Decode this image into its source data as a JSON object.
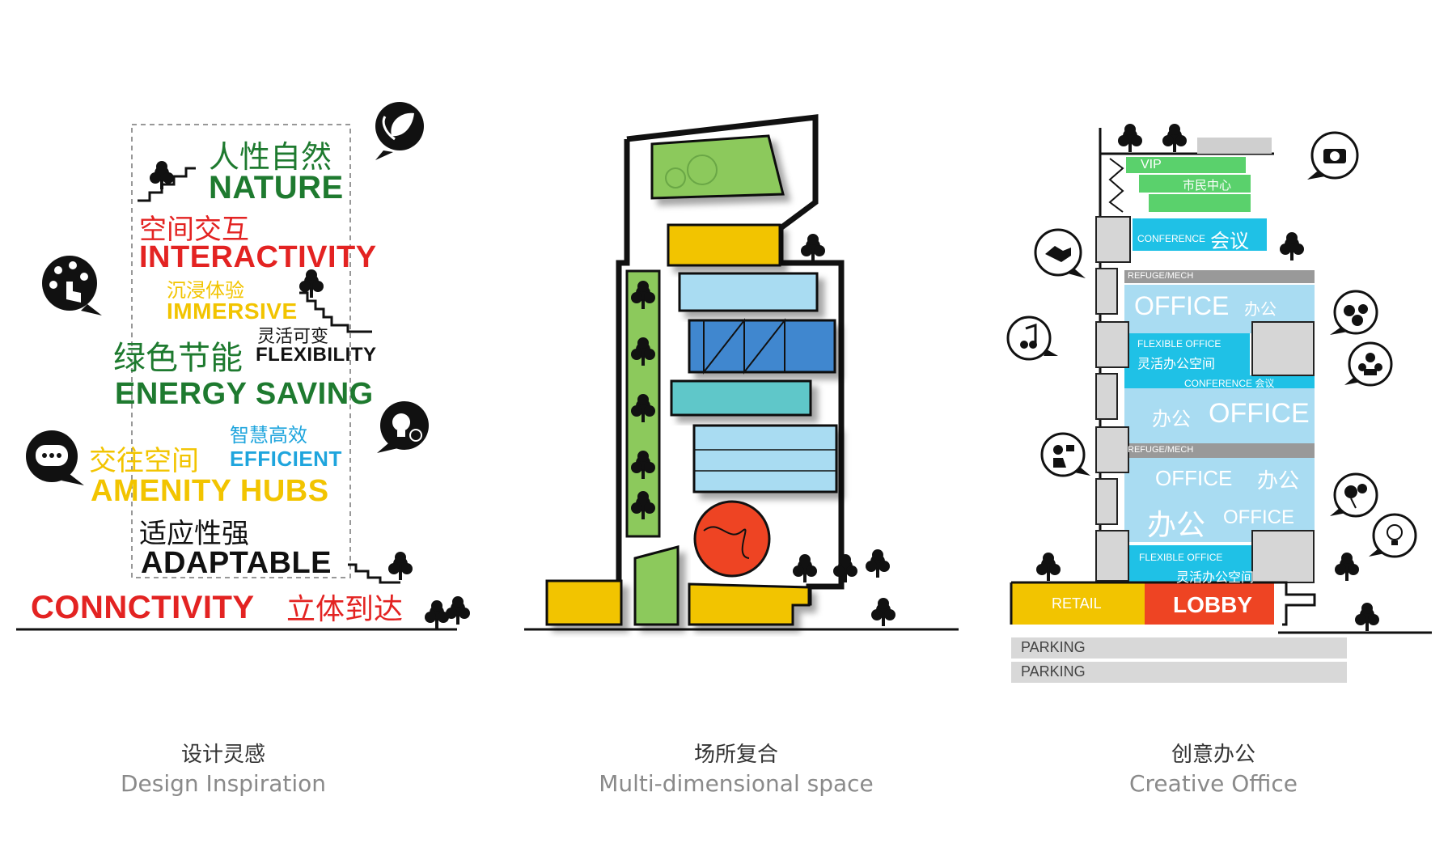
{
  "colors": {
    "green": "#1e7a2f",
    "red": "#e32322",
    "yellow": "#f2c400",
    "blue": "#1fa5dd",
    "black": "#111111",
    "light_green": "#8cc95c",
    "light_blue": "#a9dcf2",
    "cyan": "#35c2d8",
    "mid_blue": "#3f87cf",
    "teal": "#5ec7c9",
    "orange": "#ee4423",
    "grey": "#cfcfcf"
  },
  "panels": [
    {
      "cn": "设计灵感",
      "en": "Design Inspiration"
    },
    {
      "cn": "场所复合",
      "en": "Multi-dimensional space"
    },
    {
      "cn": "创意办公",
      "en": "Creative Office"
    }
  ],
  "inspiration": {
    "nature_cn": "人性自然",
    "nature_en": "NATURE",
    "interactivity_cn": "空间交互",
    "interactivity_en": "INTERACTIVITY",
    "immersive_cn": "沉浸体验",
    "immersive_en": "IMMERSIVE",
    "flexibility_cn": "灵活可变",
    "flexibility_en": "FLEXIBILITY",
    "energy_cn": "绿色节能",
    "energy_en": "ENERGY SAVING",
    "efficient_cn": "智慧高效",
    "efficient_en": "EFFICIENT",
    "amenity_cn": "交往空间",
    "amenity_en": "AMENITY HUBS",
    "adaptable_cn": "适应性强",
    "adaptable_en": "ADAPTABLE",
    "connectivity_en": "CONNCTIVITY",
    "connectivity_cn": "立体到达",
    "icons": [
      "leaf-icon",
      "network-hand-icon",
      "chat-icon",
      "lightbulb-icon"
    ]
  },
  "office": {
    "vip": "VIP",
    "civic": "市民中心",
    "conference_top_en": "CONFERENCE",
    "conference_top_cn": "会议",
    "refuge_1": "REFUGE/MECH",
    "office_1_en": "OFFICE",
    "office_1_cn": "办公",
    "flex_1_en": "FLEXIBLE OFFICE",
    "flex_1_cn": "灵活办公空间",
    "conference_mid": "CONFERENCE 会议",
    "office_2_cn": "办公",
    "office_2_en": "OFFICE",
    "refuge_2": "REFUGE/MECH",
    "office_3_en": "OFFICE",
    "office_3_cn": "办公",
    "office_4_cn": "办公",
    "office_4_en": "OFFICE",
    "flex_2_en": "FLEXIBLE OFFICE",
    "flex_2_cn": "灵活办公空间",
    "retail": "RETAIL",
    "lobby": "LOBBY",
    "parking_1": "PARKING",
    "parking_2": "PARKING",
    "icons": [
      "camera-icon",
      "handshake-icon",
      "music-note-icon",
      "people-group-icon",
      "meeting-icon",
      "presenter-icon",
      "balloon-icon",
      "lightbulb-icon"
    ]
  }
}
